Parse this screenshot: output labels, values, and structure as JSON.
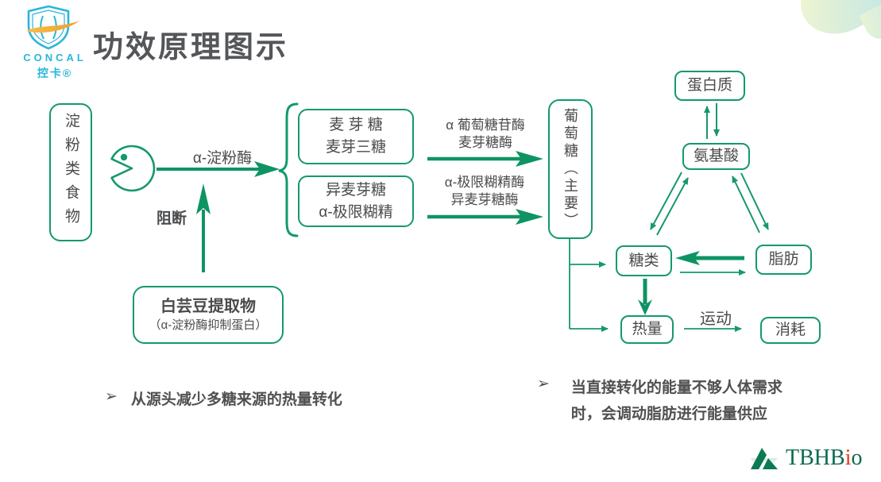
{
  "brand": {
    "name": "CONCAL",
    "sub": "控卡®"
  },
  "title": "功效原理图示",
  "diagram": {
    "starch": "淀粉类食物",
    "amylase": "α-淀粉酶",
    "block": "阻断",
    "extract_title": "白芸豆提取物",
    "extract_sub": "（α-淀粉酶抑制蛋白）",
    "maltose_l1": "麦 芽 糖",
    "maltose_l2": "麦芽三糖",
    "isomalt_l1": "异麦芽糖",
    "isomalt_l2": "α-极限糊精",
    "enzyme1_l1": "α 葡萄糖苷酶",
    "enzyme1_l2": "麦芽糖酶",
    "enzyme2_l1": "α-极限糊精酶",
    "enzyme2_l2": "异麦芽糖酶",
    "glucose": "葡萄糖（主要）",
    "protein": "蛋白质",
    "amino": "氨基酸",
    "sugar": "糖类",
    "fat": "脂肪",
    "heat": "热量",
    "consume": "消耗",
    "exercise": "运动"
  },
  "bullets": {
    "marker": "➢",
    "left": "从源头减少多糖来源的热量转化",
    "right_l1": "当直接转化的能量不够人体需求",
    "right_l2": "时，会调动脂肪进行能量供应"
  },
  "footer": {
    "brand_prefix": "TBHB",
    "brand_i": "i",
    "brand_suffix": "o"
  },
  "colors": {
    "green": "#14996B",
    "cyan": "#29B6D9",
    "dark_text": "#4A4B4D",
    "swoosh": "#F2A93B",
    "tbh_green": "#0B6B4F",
    "tbh_red": "#E8391D"
  }
}
